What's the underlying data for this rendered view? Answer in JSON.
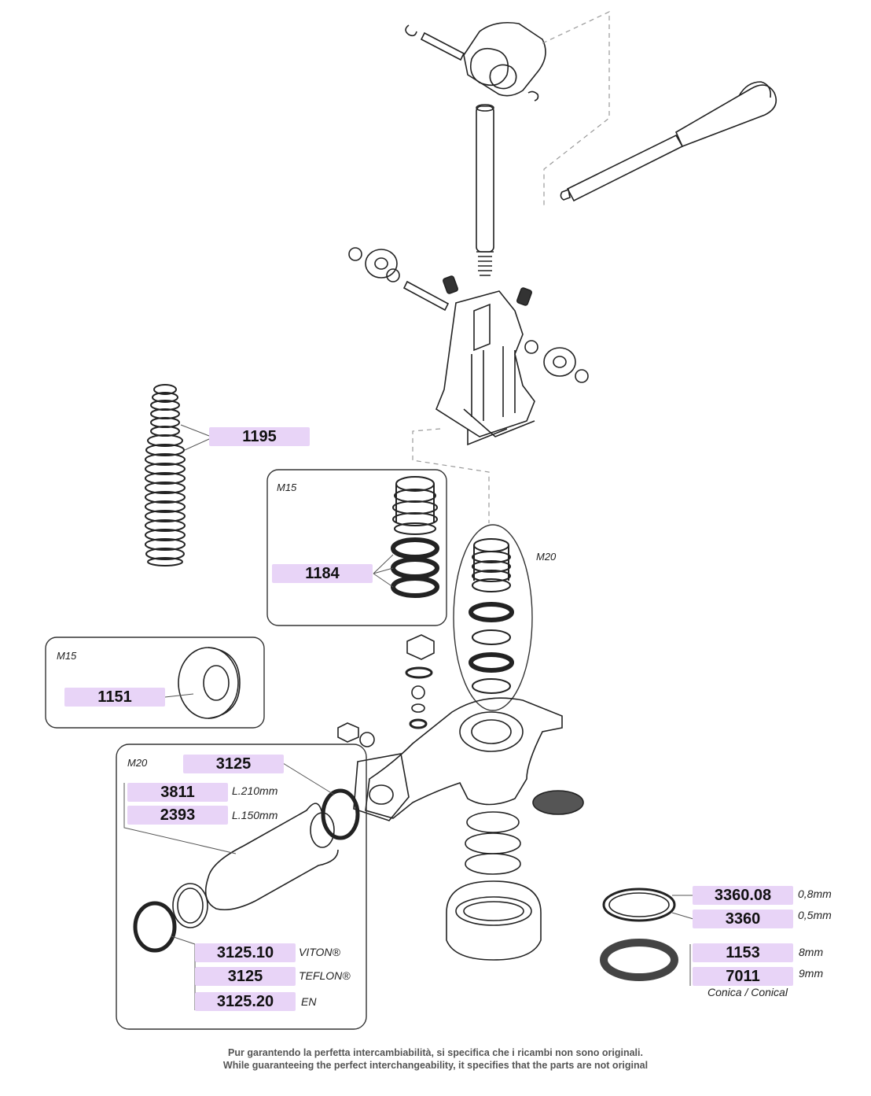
{
  "groups": {
    "m15_top": "M15",
    "m20_right": "M20",
    "m15_left": "M15",
    "m20_bottom": "M20"
  },
  "parts": {
    "p1195": "1195",
    "p1184": "1184",
    "p1151": "1151",
    "p3125_top": "3125",
    "p3811": "3811",
    "p2393": "2393",
    "p3125_10": "3125.10",
    "p3125_mid": "3125",
    "p3125_20": "3125.20",
    "p3360_08": "3360.08",
    "p3360": "3360",
    "p1153": "1153",
    "p7011": "7011"
  },
  "notes": {
    "l210": "L.210mm",
    "l150": "L.150mm",
    "viton": "VITON®",
    "teflon": "TEFLON®",
    "en": "EN",
    "mm08": "0,8mm",
    "mm05": "0,5mm",
    "mm8": "8mm",
    "mm9": "9mm",
    "conica": "Conica / Conical"
  },
  "footer": {
    "line1": "Pur garantendo la perfetta intercambiabilità, si specifica che i ricambi non sono originali.",
    "line2": "While guaranteeing the perfect interchangeability, it specifies that the parts are not original"
  }
}
